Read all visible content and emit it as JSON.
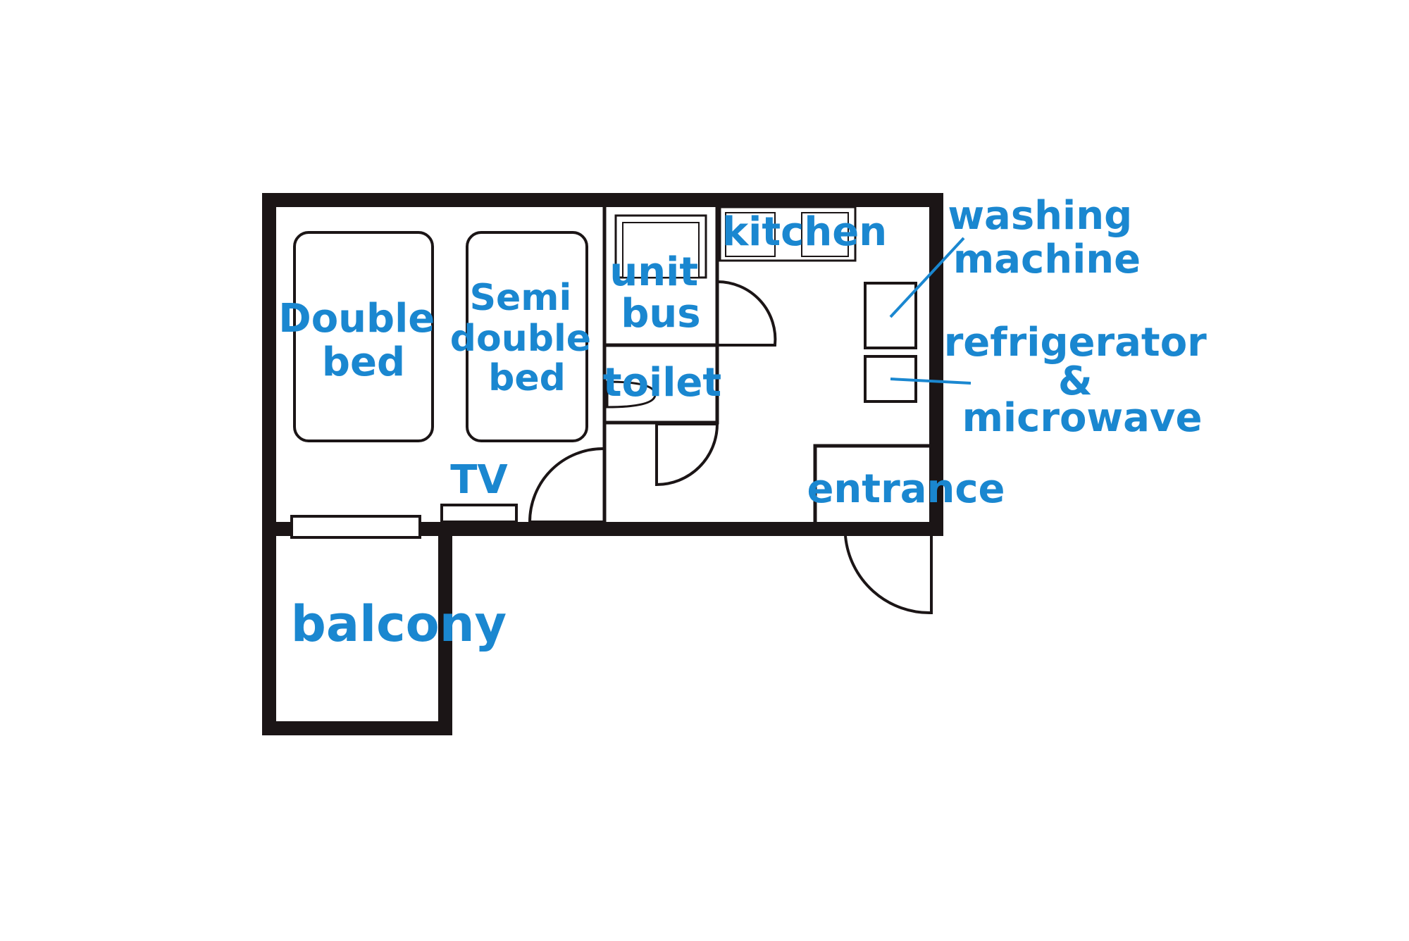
{
  "colors": {
    "wall": "#1b1516",
    "label": "#1a87d0",
    "background": "#ffffff"
  },
  "rooms": {
    "double_bed": [
      "Double",
      "bed"
    ],
    "semi_double_bed": [
      "Semi",
      "double",
      "bed"
    ],
    "unit_bus": [
      "unit",
      "bus"
    ],
    "toilet": "toilet",
    "kitchen": "kitchen",
    "tv": "TV",
    "entrance": "entrance",
    "balcony": "balcony"
  },
  "appliances": {
    "washing_machine": [
      "washing",
      "machine"
    ],
    "refrigerator_microwave": [
      "refrigerator",
      "&",
      "microwave"
    ]
  }
}
